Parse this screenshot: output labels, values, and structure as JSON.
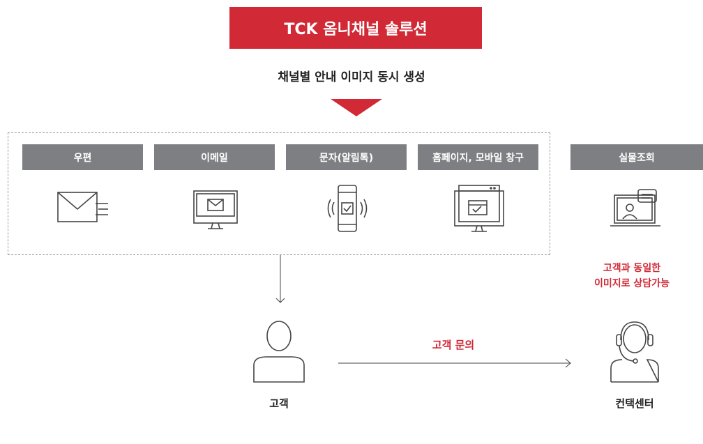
{
  "header": {
    "title": "TCK 옴니채널 솔루션",
    "subtitle": "채널별 안내 이미지 동시 생성"
  },
  "channels": [
    {
      "label": "우편",
      "icon": "envelope-icon"
    },
    {
      "label": "이메일",
      "icon": "monitor-mail-icon"
    },
    {
      "label": "문자(알림톡)",
      "icon": "phone-vibrate-icon"
    },
    {
      "label": "홈페이지, 모바일 창구",
      "icon": "web-window-icon"
    }
  ],
  "realtime": {
    "label": "실물조회",
    "icon": "video-chat-icon",
    "note_line1": "고객과 동일한",
    "note_line2": "이미지로 상담가능"
  },
  "flow": {
    "customer_label": "고객",
    "inquiry_label": "고객 문의",
    "center_label": "컨택센터"
  },
  "colors": {
    "accent": "#d12a36",
    "label_bg": "#7d7f82",
    "icon_stroke": "#444444"
  }
}
